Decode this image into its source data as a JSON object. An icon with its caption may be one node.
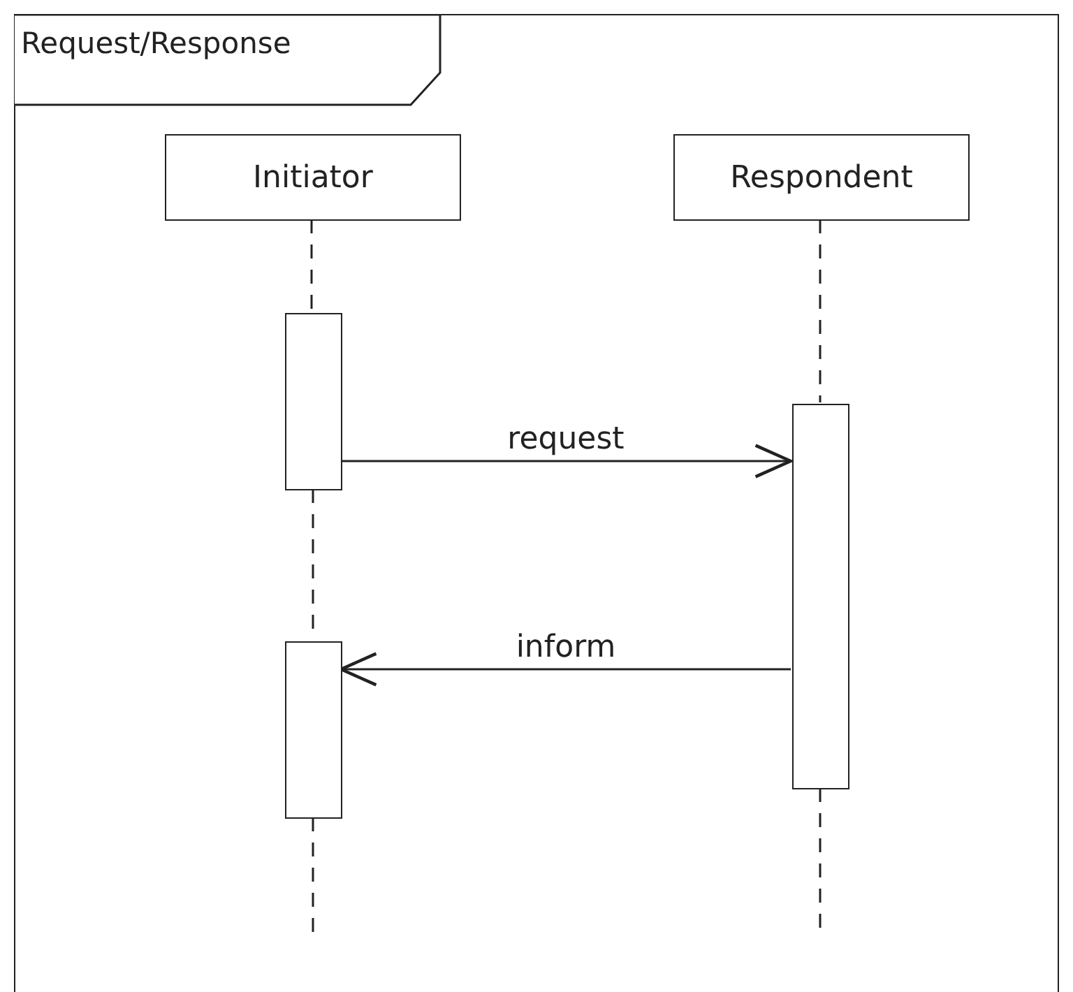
{
  "diagram": {
    "nodes": [
      {
        "text": [
          "Request/Response"
        ]
      },
      {
        "text": [
          "Initiator"
        ],
        "in": 0
      },
      {
        "text": [
          "Respondent"
        ],
        "in": 0
      },
      {
        "text": [],
        "shape": "bar",
        "in": 0
      },
      {
        "text": [],
        "shape": "bar",
        "in": 0
      },
      {
        "text": [],
        "shape": "bar",
        "in": 0
      }
    ],
    "edges": [
      {
        "from": 3,
        "to": 5,
        "arrow": "to",
        "label": "request"
      },
      {
        "from": 5,
        "to": 4,
        "arrow": "to",
        "label": "inform"
      },
      {
        "from": 1,
        "to": 3,
        "arrow": "none",
        "style": "dashed"
      },
      {
        "from": 3,
        "to": 4,
        "arrow": "none",
        "style": "dashed"
      },
      {
        "from": 4,
        "to": null,
        "arrow": "none",
        "style": "dashed"
      },
      {
        "from": 2,
        "to": 5,
        "arrow": "none",
        "style": "dashed"
      },
      {
        "from": 5,
        "to": null,
        "arrow": "none",
        "style": "dashed"
      }
    ]
  }
}
